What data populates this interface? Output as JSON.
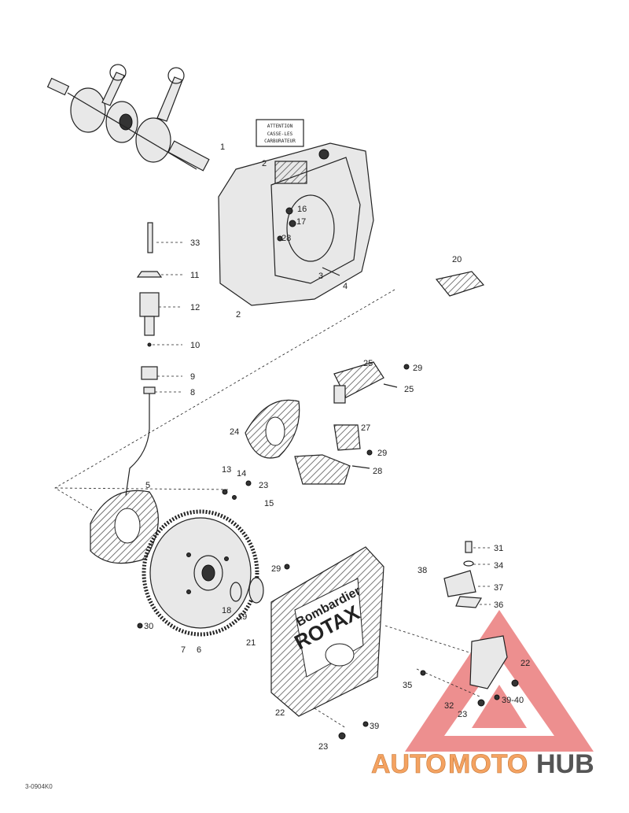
{
  "diagram_code": "3-0904K0",
  "label_box": [
    "ATTENTION",
    "CASSE-LES",
    "CARBURATEUR"
  ],
  "cover_lettering": [
    "Bombardier",
    "ROTAX"
  ],
  "watermark": {
    "part1": "AUTO",
    "part2": "MOTO",
    "part3": "HUB"
  },
  "colors": {
    "line": "#222222",
    "watermark_orange": "#f4a261",
    "watermark_gray": "#555555",
    "warning_red": "#e86a6a"
  },
  "callouts": [
    {
      "id": "c1",
      "text": "1"
    },
    {
      "id": "c2a",
      "text": "2"
    },
    {
      "id": "c2b",
      "text": "2"
    },
    {
      "id": "c3",
      "text": "3"
    },
    {
      "id": "c4",
      "text": "4"
    },
    {
      "id": "c16",
      "text": "16"
    },
    {
      "id": "c17",
      "text": "17"
    },
    {
      "id": "c28a",
      "text": "28"
    },
    {
      "id": "c20",
      "text": "20"
    },
    {
      "id": "c33",
      "text": "33"
    },
    {
      "id": "c11",
      "text": "11"
    },
    {
      "id": "c12",
      "text": "12"
    },
    {
      "id": "c10",
      "text": "10"
    },
    {
      "id": "c9",
      "text": "9"
    },
    {
      "id": "c8",
      "text": "8"
    },
    {
      "id": "c25a",
      "text": "25"
    },
    {
      "id": "c29a",
      "text": "29"
    },
    {
      "id": "c25b",
      "text": "25"
    },
    {
      "id": "c24",
      "text": "24"
    },
    {
      "id": "c27",
      "text": "27"
    },
    {
      "id": "c29b",
      "text": "29"
    },
    {
      "id": "c28b",
      "text": "28"
    },
    {
      "id": "c5",
      "text": "5"
    },
    {
      "id": "c13",
      "text": "13"
    },
    {
      "id": "c14",
      "text": "14"
    },
    {
      "id": "c23a",
      "text": "23"
    },
    {
      "id": "c15",
      "text": "15"
    },
    {
      "id": "c29c",
      "text": "29"
    },
    {
      "id": "c30",
      "text": "30"
    },
    {
      "id": "c7",
      "text": "7"
    },
    {
      "id": "c6",
      "text": "6"
    },
    {
      "id": "c18",
      "text": "18"
    },
    {
      "id": "c19",
      "text": "19"
    },
    {
      "id": "c21",
      "text": "21"
    },
    {
      "id": "c22a",
      "text": "22"
    },
    {
      "id": "c31",
      "text": "31"
    },
    {
      "id": "c34",
      "text": "34"
    },
    {
      "id": "c38",
      "text": "38"
    },
    {
      "id": "c37",
      "text": "37"
    },
    {
      "id": "c36",
      "text": "36"
    },
    {
      "id": "c22b",
      "text": "22"
    },
    {
      "id": "c35",
      "text": "35"
    },
    {
      "id": "c32",
      "text": "32"
    },
    {
      "id": "c23b",
      "text": "23"
    },
    {
      "id": "c3940",
      "text": "39-40"
    },
    {
      "id": "c39",
      "text": "39"
    },
    {
      "id": "c23c",
      "text": "23"
    }
  ]
}
